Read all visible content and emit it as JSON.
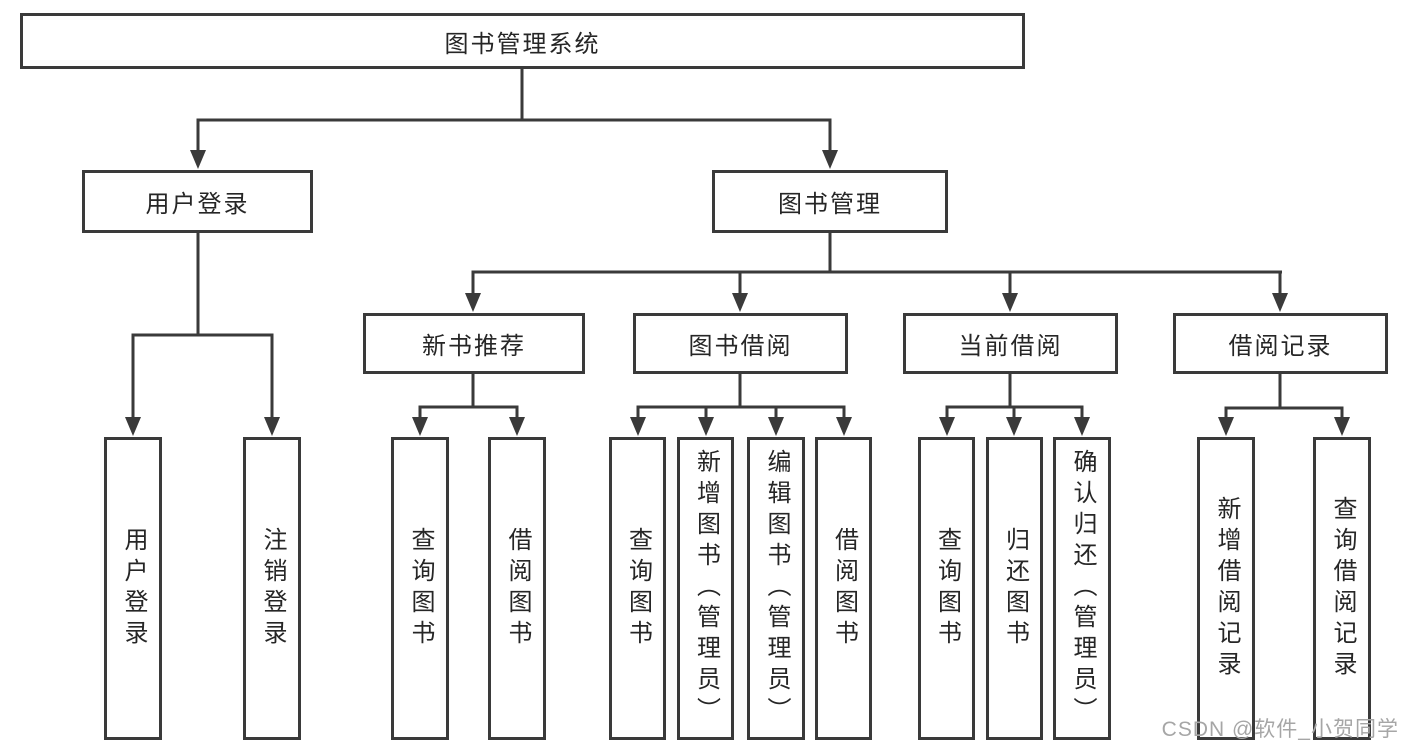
{
  "diagram": {
    "title_note": "library management system function structure diagram",
    "root": {
      "label": "图书管理系统"
    },
    "level2": [
      {
        "label": "用户登录"
      },
      {
        "label": "图书管理"
      }
    ],
    "level3": [
      {
        "label": "新书推荐",
        "parent": "图书管理"
      },
      {
        "label": "图书借阅",
        "parent": "图书管理"
      },
      {
        "label": "当前借阅",
        "parent": "图书管理"
      },
      {
        "label": "借阅记录",
        "parent": "图书管理"
      }
    ],
    "leaves": [
      {
        "label": "用户登录",
        "parent": "用户登录"
      },
      {
        "label": "注销登录",
        "parent": "用户登录"
      },
      {
        "label": "查询图书",
        "parent": "新书推荐"
      },
      {
        "label": "借阅图书",
        "parent": "新书推荐"
      },
      {
        "label": "查询图书",
        "parent": "图书借阅"
      },
      {
        "label": "新增图书（管理员）",
        "parent": "图书借阅"
      },
      {
        "label": "编辑图书（管理员）",
        "parent": "图书借阅"
      },
      {
        "label": "借阅图书",
        "parent": "图书借阅"
      },
      {
        "label": "查询图书",
        "parent": "当前借阅"
      },
      {
        "label": "归还图书",
        "parent": "当前借阅"
      },
      {
        "label": "确认归还（管理员）",
        "parent": "当前借阅"
      },
      {
        "label": "新增借阅记录",
        "parent": "借阅记录"
      },
      {
        "label": "查询借阅记录",
        "parent": "借阅记录"
      }
    ],
    "colors": {
      "line": "#3a3a3a",
      "text": "#262626",
      "background": "#ffffff"
    }
  },
  "watermark": {
    "text": "CSDN @软件_小贺同学",
    "color": "#a6a6a6"
  }
}
